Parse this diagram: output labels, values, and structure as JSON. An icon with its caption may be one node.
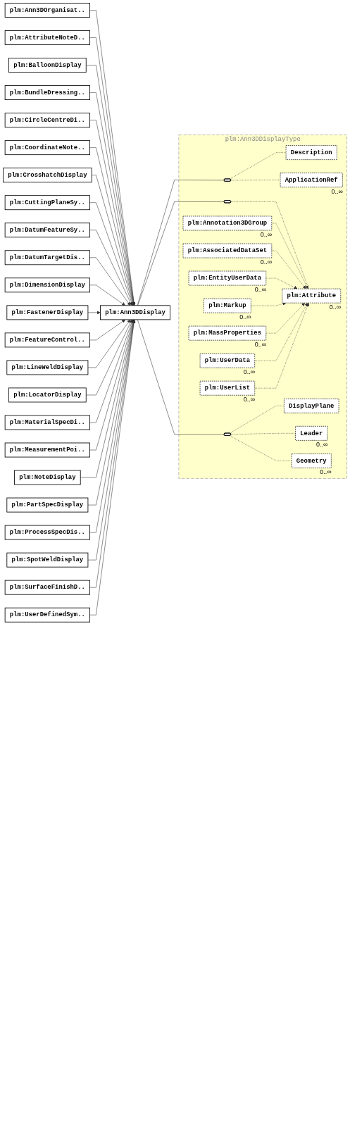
{
  "diagram": {
    "nodes": [
      {
        "text": [
          "plm:Ann3DDisplay"
        ]
      },
      {
        "text": [
          "plm:Ann3DDisplayType"
        ]
      },
      {
        "text": [],
        "shape": "hexagon",
        "in": 1
      },
      {
        "text": [
          "Description"
        ],
        "in": 1
      },
      {
        "text": [
          "ApplicationRef"
        ],
        "beside": [
          "0..∞"
        ],
        "in": 1
      },
      {
        "text": [],
        "shape": "hexagon",
        "in": 1
      },
      {
        "text": [
          "plm:Attribute"
        ],
        "beside": [
          "0..∞"
        ],
        "in": 1
      },
      {
        "text": [
          "plm:Annotation3DGroup"
        ],
        "beside": [
          "0..∞"
        ],
        "in": 1
      },
      {
        "text": [
          "plm:AssociatedDataSet"
        ],
        "beside": [
          "0..∞"
        ],
        "in": 1
      },
      {
        "text": [
          "plm:EntityUserData"
        ],
        "beside": [
          "0..∞"
        ],
        "in": 1
      },
      {
        "text": [
          "plm:Markup"
        ],
        "beside": [
          "0..∞"
        ],
        "in": 1
      },
      {
        "text": [
          "plm:MassProperties"
        ],
        "beside": [
          "0..∞"
        ],
        "in": 1
      },
      {
        "text": [
          "plm:UserData"
        ],
        "beside": [
          "0..∞"
        ],
        "in": 1
      },
      {
        "text": [
          "plm:UserList"
        ],
        "beside": [
          "0..∞"
        ],
        "in": 1
      },
      {
        "text": [],
        "shape": "hexagon",
        "in": 1
      },
      {
        "text": [
          "DisplayPlane"
        ],
        "in": 1
      },
      {
        "text": [
          "Leader"
        ],
        "beside": [
          "0..∞"
        ],
        "in": 1
      },
      {
        "text": [
          "Geometry"
        ],
        "beside": [
          "0..∞"
        ],
        "in": 1
      },
      {
        "text": [
          "plm:Ann3DOrganisat.."
        ]
      },
      {
        "text": [
          "plm:AttributeNoteD.."
        ]
      },
      {
        "text": [
          "plm:BalloonDisplay"
        ]
      },
      {
        "text": [
          "plm:BundleDressing.."
        ]
      },
      {
        "text": [
          "plm:CircleCentreDi.."
        ]
      },
      {
        "text": [
          "plm:CoordinateNote.."
        ]
      },
      {
        "text": [
          "plm:CrosshatchDisplay"
        ]
      },
      {
        "text": [
          "plm:CuttingPlaneSy.."
        ]
      },
      {
        "text": [
          "plm:DatumFeatureSy.."
        ]
      },
      {
        "text": [
          "plm:DatumTargetDis.."
        ]
      },
      {
        "text": [
          "plm:DimensionDisplay"
        ]
      },
      {
        "text": [
          "plm:FastenerDisplay"
        ]
      },
      {
        "text": [
          "plm:FeatureControl.."
        ]
      },
      {
        "text": [
          "plm:LineWeldDisplay"
        ]
      },
      {
        "text": [
          "plm:LocatorDisplay"
        ]
      },
      {
        "text": [
          "plm:MaterialSpecDi.."
        ]
      },
      {
        "text": [
          "plm:MeasurementPoi.."
        ]
      },
      {
        "text": [
          "plm:NoteDisplay"
        ]
      },
      {
        "text": [
          "plm:PartSpecDisplay"
        ]
      },
      {
        "text": [
          "plm:ProcessSpecDis.."
        ]
      },
      {
        "text": [
          "plm:SpotWeldDisplay"
        ]
      },
      {
        "text": [
          "plm:SurfaceFinishD.."
        ]
      },
      {
        "text": [
          "plm:UserDefinedSym.."
        ]
      }
    ],
    "edges": [
      {
        "from": 0,
        "to": 2,
        "arrow": "none"
      },
      {
        "from": 0,
        "to": 5,
        "arrow": "none"
      },
      {
        "from": 0,
        "to": 14,
        "arrow": "none"
      },
      {
        "from": 2,
        "to": 3,
        "arrow": "none",
        "style": "dashed"
      },
      {
        "from": 2,
        "to": 4,
        "arrow": "none",
        "style": "dashed"
      },
      {
        "from": 5,
        "to": 6,
        "arrow": "none",
        "style": "dashed"
      },
      {
        "from": 7,
        "to": 6,
        "arrow": "to",
        "style": "dashed"
      },
      {
        "from": 8,
        "to": 6,
        "arrow": "to",
        "style": "dashed"
      },
      {
        "from": 9,
        "to": 6,
        "arrow": "to",
        "style": "dashed"
      },
      {
        "from": 10,
        "to": 6,
        "arrow": "to",
        "style": "dashed"
      },
      {
        "from": 11,
        "to": 6,
        "arrow": "to",
        "style": "dashed"
      },
      {
        "from": 12,
        "to": 6,
        "arrow": "to",
        "style": "dashed"
      },
      {
        "from": 13,
        "to": 6,
        "arrow": "to",
        "style": "dashed"
      },
      {
        "from": 14,
        "to": 15,
        "arrow": "none",
        "style": "dashed"
      },
      {
        "from": 14,
        "to": 16,
        "arrow": "none",
        "style": "dashed"
      },
      {
        "from": 14,
        "to": 17,
        "arrow": "none",
        "style": "dashed"
      },
      {
        "from": 18,
        "to": 0,
        "arrow": "to"
      },
      {
        "from": 19,
        "to": 0,
        "arrow": "to"
      },
      {
        "from": 20,
        "to": 0,
        "arrow": "to"
      },
      {
        "from": 21,
        "to": 0,
        "arrow": "to"
      },
      {
        "from": 22,
        "to": 0,
        "arrow": "to"
      },
      {
        "from": 23,
        "to": 0,
        "arrow": "to"
      },
      {
        "from": 24,
        "to": 0,
        "arrow": "to"
      },
      {
        "from": 25,
        "to": 0,
        "arrow": "to"
      },
      {
        "from": 26,
        "to": 0,
        "arrow": "to"
      },
      {
        "from": 27,
        "to": 0,
        "arrow": "to"
      },
      {
        "from": 28,
        "to": 0,
        "arrow": "to"
      },
      {
        "from": 29,
        "to": 0,
        "arrow": "to"
      },
      {
        "from": 30,
        "to": 0,
        "arrow": "to"
      },
      {
        "from": 31,
        "to": 0,
        "arrow": "to"
      },
      {
        "from": 32,
        "to": 0,
        "arrow": "to"
      },
      {
        "from": 33,
        "to": 0,
        "arrow": "to"
      },
      {
        "from": 34,
        "to": 0,
        "arrow": "to"
      },
      {
        "from": 35,
        "to": 0,
        "arrow": "to"
      },
      {
        "from": 36,
        "to": 0,
        "arrow": "to"
      },
      {
        "from": 37,
        "to": 0,
        "arrow": "to"
      },
      {
        "from": 38,
        "to": 0,
        "arrow": "to"
      },
      {
        "from": 39,
        "to": 0,
        "arrow": "to"
      },
      {
        "from": 40,
        "to": 0,
        "arrow": "to"
      }
    ]
  }
}
